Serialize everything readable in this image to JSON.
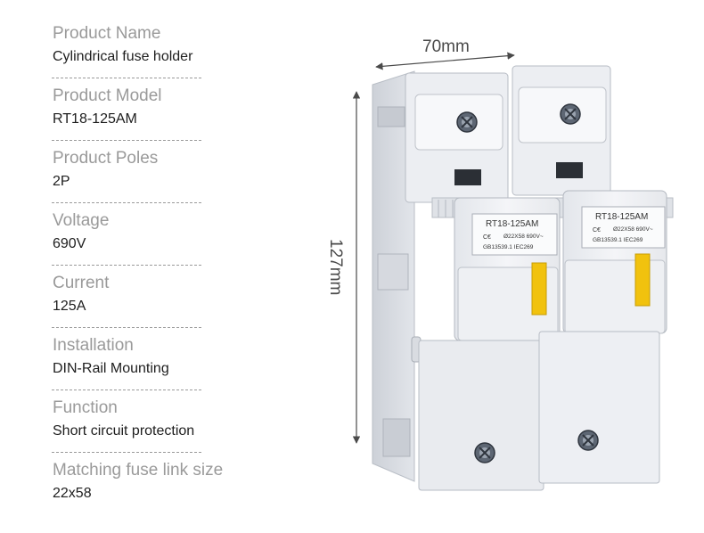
{
  "specs": [
    {
      "label": "Product Name",
      "value": "Cylindrical fuse holder"
    },
    {
      "label": "Product Model",
      "value": "RT18-125AM"
    },
    {
      "label": "Product Poles",
      "value": "2P"
    },
    {
      "label": "Voltage",
      "value": "690V"
    },
    {
      "label": "Current",
      "value": "125A"
    },
    {
      "label": "Installation",
      "value": "DIN-Rail Mounting"
    },
    {
      "label": "Function",
      "value": "Short circuit protection"
    },
    {
      "label": "Matching fuse link size",
      "value": "22x58"
    }
  ],
  "dimensions": {
    "width": "70mm",
    "height": "127mm"
  },
  "pole_label": {
    "model": "RT18-125AM",
    "line1": "Ø22X58  690V~",
    "line2": "GB13539.1  IEC269"
  },
  "colors": {
    "indicator": "#f1c20e",
    "body": "#eceef2",
    "label": "#9a9a9a"
  }
}
